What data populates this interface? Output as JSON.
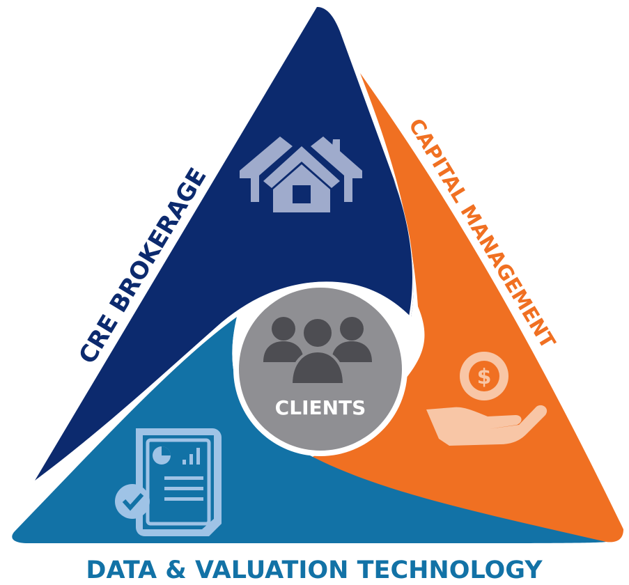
{
  "diagram": {
    "center": {
      "label": "CLIENTS",
      "icon": "people-group-icon"
    },
    "segments": [
      {
        "id": "brokerage",
        "label": "CRE BROKERAGE",
        "icon": "houses-icon",
        "color": "#0c2a6e"
      },
      {
        "id": "capital",
        "label": "CAPITAL MANAGEMENT",
        "icon": "hand-coin-icon",
        "color": "#f07022"
      },
      {
        "id": "data",
        "label": "DATA & VALUATION TECHNOLOGY",
        "icon": "report-check-icon",
        "color": "#1272a6"
      }
    ],
    "colors": {
      "navy": "#0c2a6e",
      "orange": "#f07022",
      "blue": "#1272a6",
      "gray": "#8f8f93",
      "icon_light": "#9fabcc",
      "icon_peach": "#f8c6a6",
      "icon_coin": "#f07022"
    }
  }
}
